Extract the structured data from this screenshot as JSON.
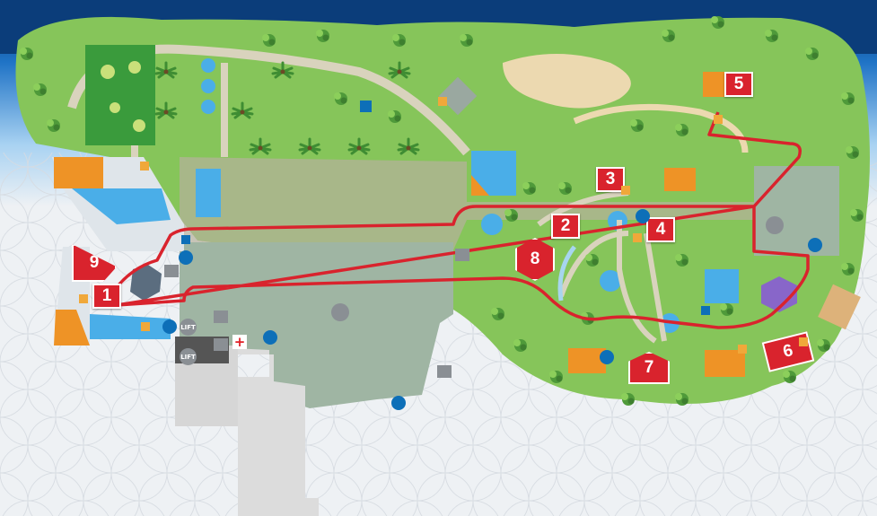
{
  "map": {
    "markers": [
      {
        "id": "1",
        "label": "1"
      },
      {
        "id": "2",
        "label": "2"
      },
      {
        "id": "3",
        "label": "3"
      },
      {
        "id": "4",
        "label": "4"
      },
      {
        "id": "5",
        "label": "5"
      },
      {
        "id": "6",
        "label": "6"
      },
      {
        "id": "7",
        "label": "7"
      },
      {
        "id": "8",
        "label": "8"
      },
      {
        "id": "9",
        "label": "9"
      }
    ],
    "lift_label": "LIFT",
    "first_aid_symbol": "+",
    "colors": {
      "sea": "#0b3d7a",
      "grass": "#86c55a",
      "building": "#9fb5a3",
      "pool": "#4aaee8",
      "route": "#d9232d",
      "marker": "#d9232d",
      "sand": "#ecd9b0",
      "orange": "#ee9326",
      "service": "#0d6fb8"
    },
    "icons": [
      "toilets-icon",
      "restaurant-icon",
      "stairs-icon",
      "lift-icon",
      "first-aid-icon",
      "no-smoking-icon",
      "drinking-water-icon",
      "lounger-icon",
      "trees-icon",
      "pool-icon",
      "pavilion-icon"
    ]
  }
}
